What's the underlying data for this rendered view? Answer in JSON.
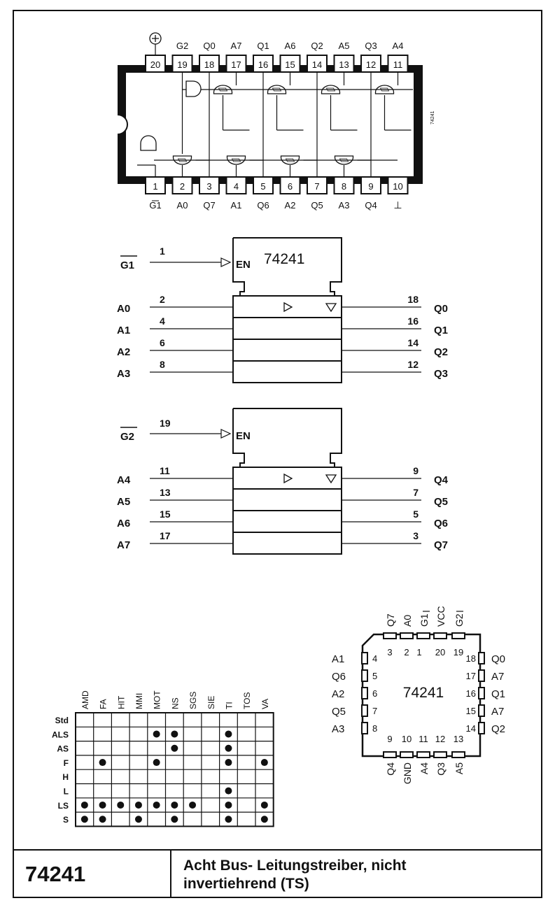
{
  "part_number": "74241",
  "description": {
    "line1": "Acht Bus- Leitungstreiber, nicht",
    "line2": "invertiehrend (TS)"
  },
  "dip": {
    "top_pins": [
      {
        "num": "20",
        "label": "+"
      },
      {
        "num": "19",
        "label": "G2"
      },
      {
        "num": "18",
        "label": "Q0"
      },
      {
        "num": "17",
        "label": "A7"
      },
      {
        "num": "16",
        "label": "Q1"
      },
      {
        "num": "15",
        "label": "A6"
      },
      {
        "num": "14",
        "label": "Q2"
      },
      {
        "num": "13",
        "label": "A5"
      },
      {
        "num": "12",
        "label": "Q3"
      },
      {
        "num": "11",
        "label": "A4"
      }
    ],
    "bottom_pins": [
      {
        "num": "1",
        "label": "G1"
      },
      {
        "num": "2",
        "label": "A0"
      },
      {
        "num": "3",
        "label": "Q7"
      },
      {
        "num": "4",
        "label": "A1"
      },
      {
        "num": "5",
        "label": "Q6"
      },
      {
        "num": "6",
        "label": "A2"
      },
      {
        "num": "7",
        "label": "Q5"
      },
      {
        "num": "8",
        "label": "A3"
      },
      {
        "num": "9",
        "label": "Q4"
      },
      {
        "num": "10",
        "label": "⊥"
      }
    ],
    "chip_label": "74241"
  },
  "logic": {
    "group1": {
      "enable": {
        "signal": "G1",
        "pin": "1"
      },
      "en_label": "EN",
      "title": "74241",
      "rows": [
        {
          "in": "A0",
          "in_pin": "2",
          "out_pin": "18",
          "out": "Q0"
        },
        {
          "in": "A1",
          "in_pin": "4",
          "out_pin": "16",
          "out": "Q1"
        },
        {
          "in": "A2",
          "in_pin": "6",
          "out_pin": "14",
          "out": "Q2"
        },
        {
          "in": "A3",
          "in_pin": "8",
          "out_pin": "12",
          "out": "Q3"
        }
      ]
    },
    "group2": {
      "enable": {
        "signal": "G2",
        "pin": "19"
      },
      "en_label": "EN",
      "rows": [
        {
          "in": "A4",
          "in_pin": "11",
          "out_pin": "9",
          "out": "Q4"
        },
        {
          "in": "A5",
          "in_pin": "13",
          "out_pin": "7",
          "out": "Q5"
        },
        {
          "in": "A6",
          "in_pin": "15",
          "out_pin": "5",
          "out": "Q6"
        },
        {
          "in": "A7",
          "in_pin": "17",
          "out_pin": "3",
          "out": "Q7"
        }
      ]
    }
  },
  "plcc": {
    "chip_label": "74241",
    "top_labels": [
      "Q7",
      "A0",
      "G1",
      "VCC",
      "G2"
    ],
    "top_nums": [
      "3",
      "2",
      "1",
      "20",
      "19"
    ],
    "left_labels": [
      "A1",
      "Q6",
      "A2",
      "Q5",
      "A3"
    ],
    "left_nums": [
      "4",
      "5",
      "6",
      "7",
      "8"
    ],
    "right_labels": [
      "Q0",
      "A7",
      "Q1",
      "A7",
      "Q2"
    ],
    "right_nums": [
      "18",
      "17",
      "16",
      "15",
      "14"
    ],
    "bottom_labels": [
      "Q4",
      "GND",
      "A4",
      "Q3",
      "A5"
    ],
    "bottom_nums": [
      "9",
      "10",
      "11",
      "12",
      "13"
    ]
  },
  "availability": {
    "manufacturers": [
      "AMD",
      "FA",
      "HIT",
      "MMI",
      "MOT",
      "NS",
      "SGS",
      "SIE",
      "TI",
      "TOS",
      "VA"
    ],
    "families": [
      "Std",
      "ALS",
      "AS",
      "F",
      "H",
      "L",
      "LS",
      "S"
    ],
    "matrix": [
      [
        0,
        0,
        0,
        0,
        0,
        0,
        0,
        0,
        0,
        0,
        0
      ],
      [
        0,
        0,
        0,
        0,
        1,
        1,
        0,
        0,
        1,
        0,
        0
      ],
      [
        0,
        0,
        0,
        0,
        0,
        1,
        0,
        0,
        1,
        0,
        0
      ],
      [
        0,
        1,
        0,
        0,
        1,
        0,
        0,
        0,
        1,
        0,
        1
      ],
      [
        0,
        0,
        0,
        0,
        0,
        0,
        0,
        0,
        0,
        0,
        0
      ],
      [
        0,
        0,
        0,
        0,
        0,
        0,
        0,
        0,
        1,
        0,
        0
      ],
      [
        1,
        1,
        1,
        1,
        1,
        1,
        1,
        0,
        1,
        0,
        1
      ],
      [
        1,
        1,
        0,
        1,
        0,
        1,
        0,
        0,
        1,
        0,
        1
      ]
    ]
  }
}
